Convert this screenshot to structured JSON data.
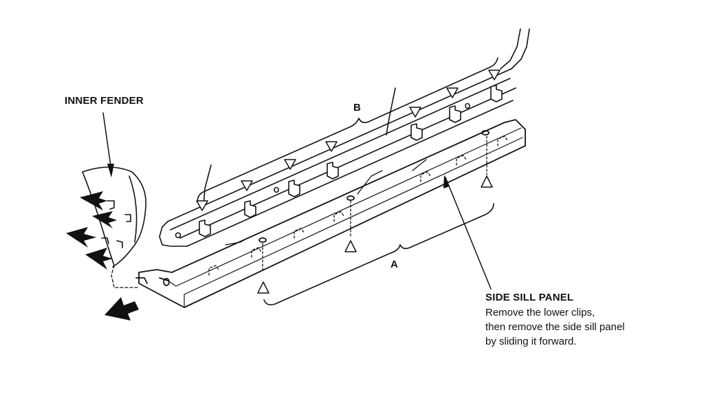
{
  "labels": {
    "inner_fender": "INNER FENDER",
    "b": "B",
    "a": "A",
    "side_sill_panel": "SIDE SILL PANEL"
  },
  "instructions": [
    "Remove the lower clips,",
    "then remove the side sill panel",
    "by sliding it forward."
  ]
}
